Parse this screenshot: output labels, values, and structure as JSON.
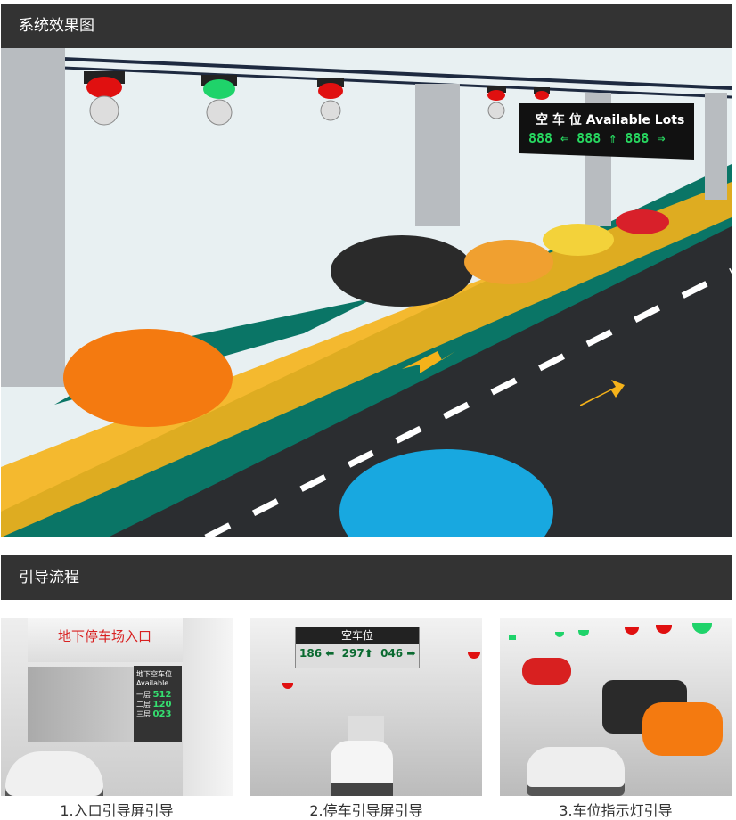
{
  "sections": [
    {
      "title": "系统效果图"
    },
    {
      "title": "引导流程"
    }
  ],
  "hero": {
    "sign_title": "空 车 位 Available Lots",
    "sign_digits": "888 ⇐ 888 ⇑ 888 ⇒"
  },
  "steps": [
    {
      "caption": "1.入口引导屏引导",
      "entrance_text": "地下停车场入口",
      "panel_title": "地下空车位",
      "panel_sub": "Available",
      "floors": [
        {
          "label": "一层",
          "count": "512"
        },
        {
          "label": "二层",
          "count": "120"
        },
        {
          "label": "三层",
          "count": "023"
        }
      ]
    },
    {
      "caption": "2.停车引导屏引导",
      "sign_title": "空车位",
      "left": "186 ⬅",
      "straight": "297⬆",
      "right": "046 ➡"
    },
    {
      "caption": "3.车位指示灯引导"
    }
  ],
  "colors": {
    "bar": "#333333",
    "green": "#1fd36a",
    "red": "#e01010",
    "orange": "#f08a00",
    "teal": "#0a7566"
  }
}
